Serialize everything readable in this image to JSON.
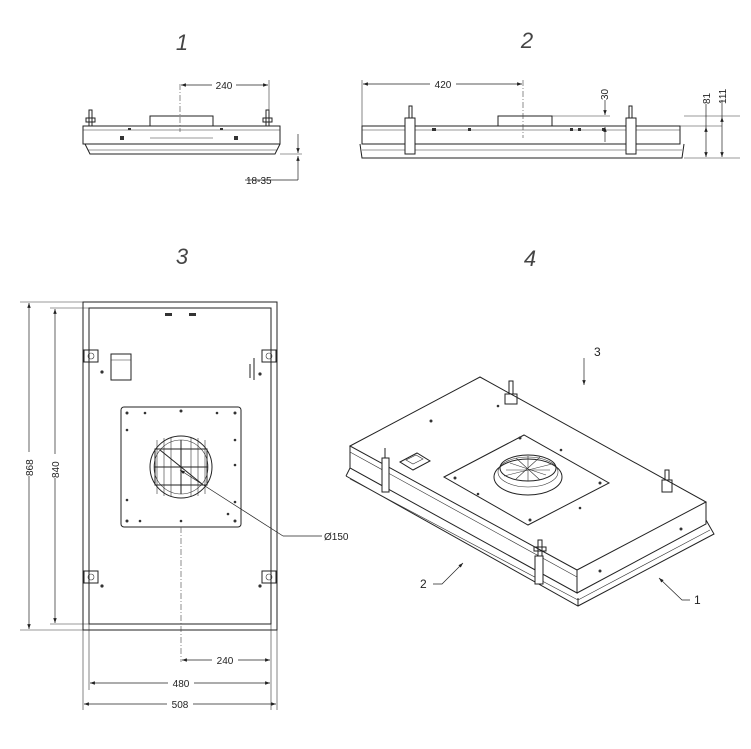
{
  "views": {
    "v1": "1",
    "v2": "2",
    "v3": "3",
    "v4": "4"
  },
  "dims": {
    "front_width": "240",
    "front_gap": "18-35",
    "side_width": "420",
    "side_offset": "30",
    "side_h1": "81",
    "side_h2": "111",
    "plan_h_outer": "868",
    "plan_h_inner": "840",
    "plan_duct": "Ø150",
    "plan_offset": "240",
    "plan_w_inner": "480",
    "plan_w_outer": "508"
  },
  "callouts": {
    "c1": "1",
    "c2": "2",
    "c3": "3"
  },
  "colors": {
    "line": "#222222",
    "view_label": "#444444"
  }
}
